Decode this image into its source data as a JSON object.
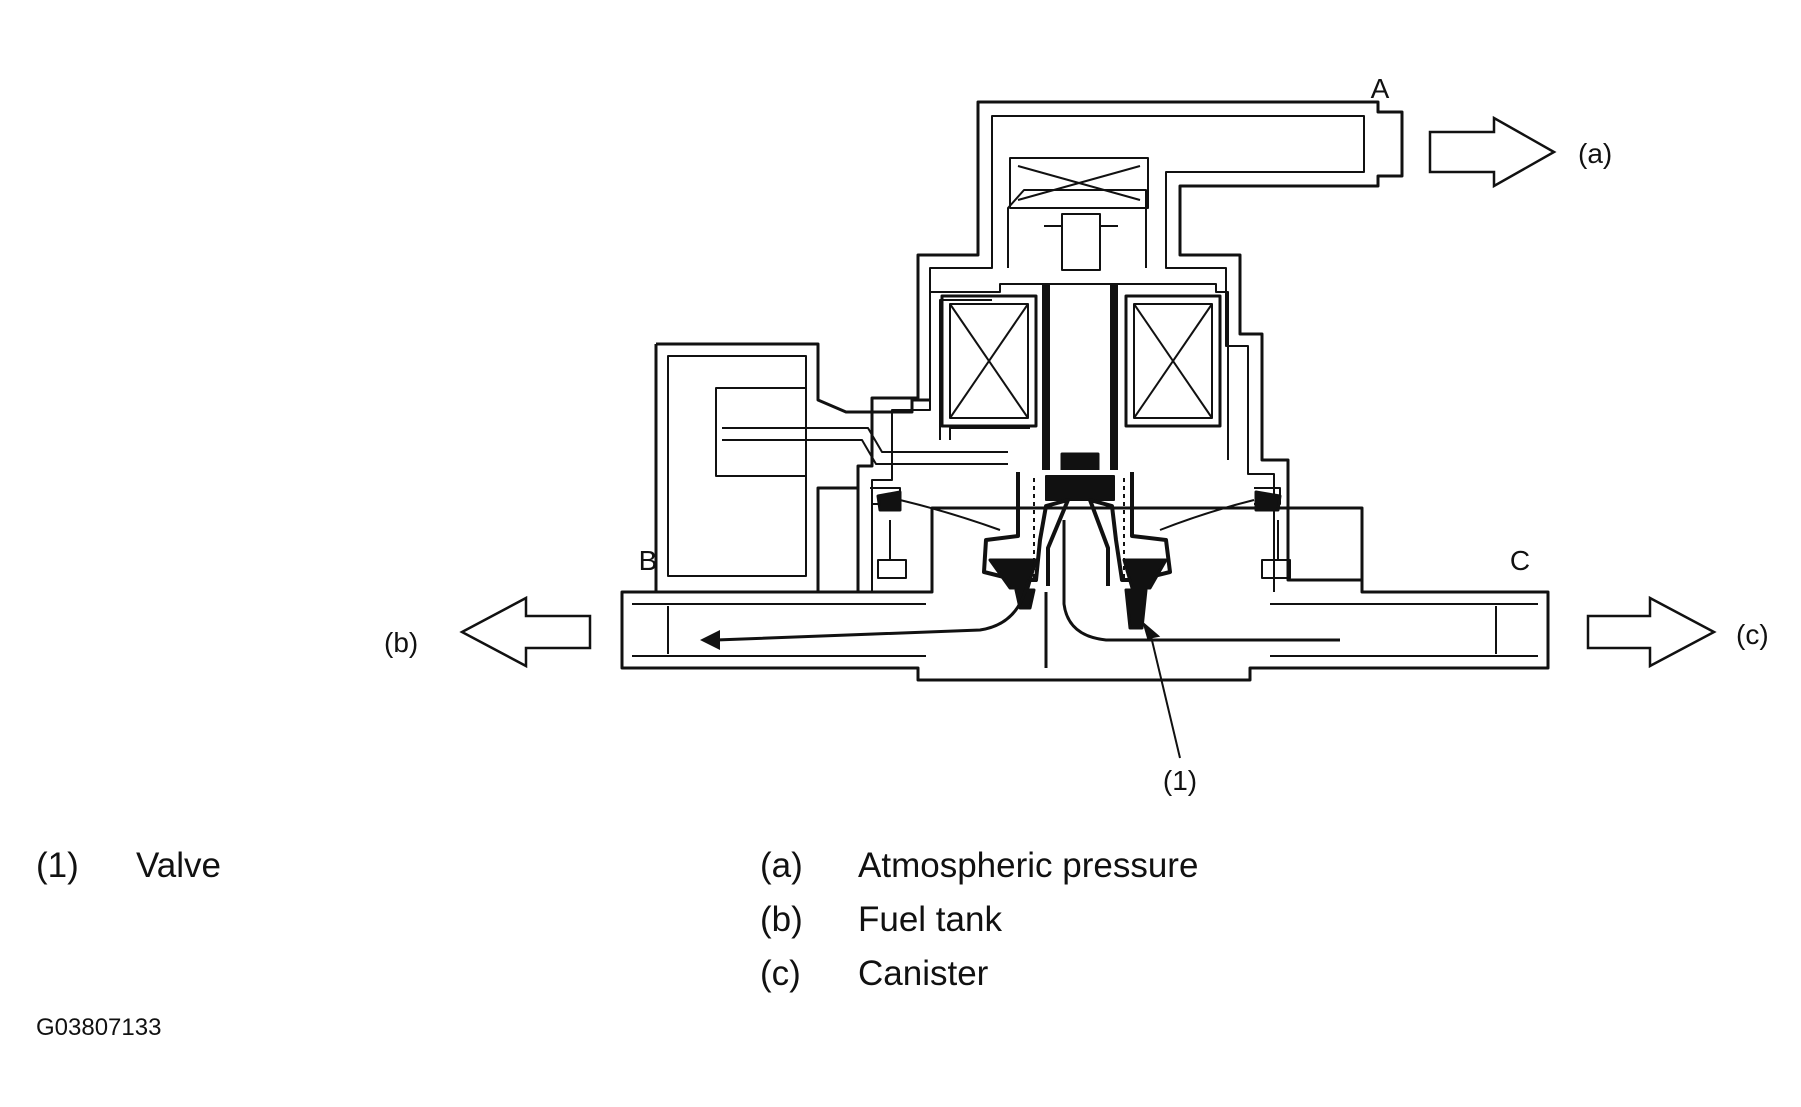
{
  "diagram": {
    "port_labels": {
      "A": "A",
      "B": "B",
      "C": "C"
    },
    "flow_labels": {
      "a": "(a)",
      "b": "(b)",
      "c": "(c)"
    },
    "callout": "(1)"
  },
  "legend": {
    "parts": [
      {
        "code": "(1)",
        "text": "Valve"
      }
    ],
    "ports": [
      {
        "code": "(a)",
        "text": "Atmospheric pressure"
      },
      {
        "code": "(b)",
        "text": "Fuel tank"
      },
      {
        "code": "(c)",
        "text": "Canister"
      }
    ]
  },
  "figure_id": "G03807133"
}
